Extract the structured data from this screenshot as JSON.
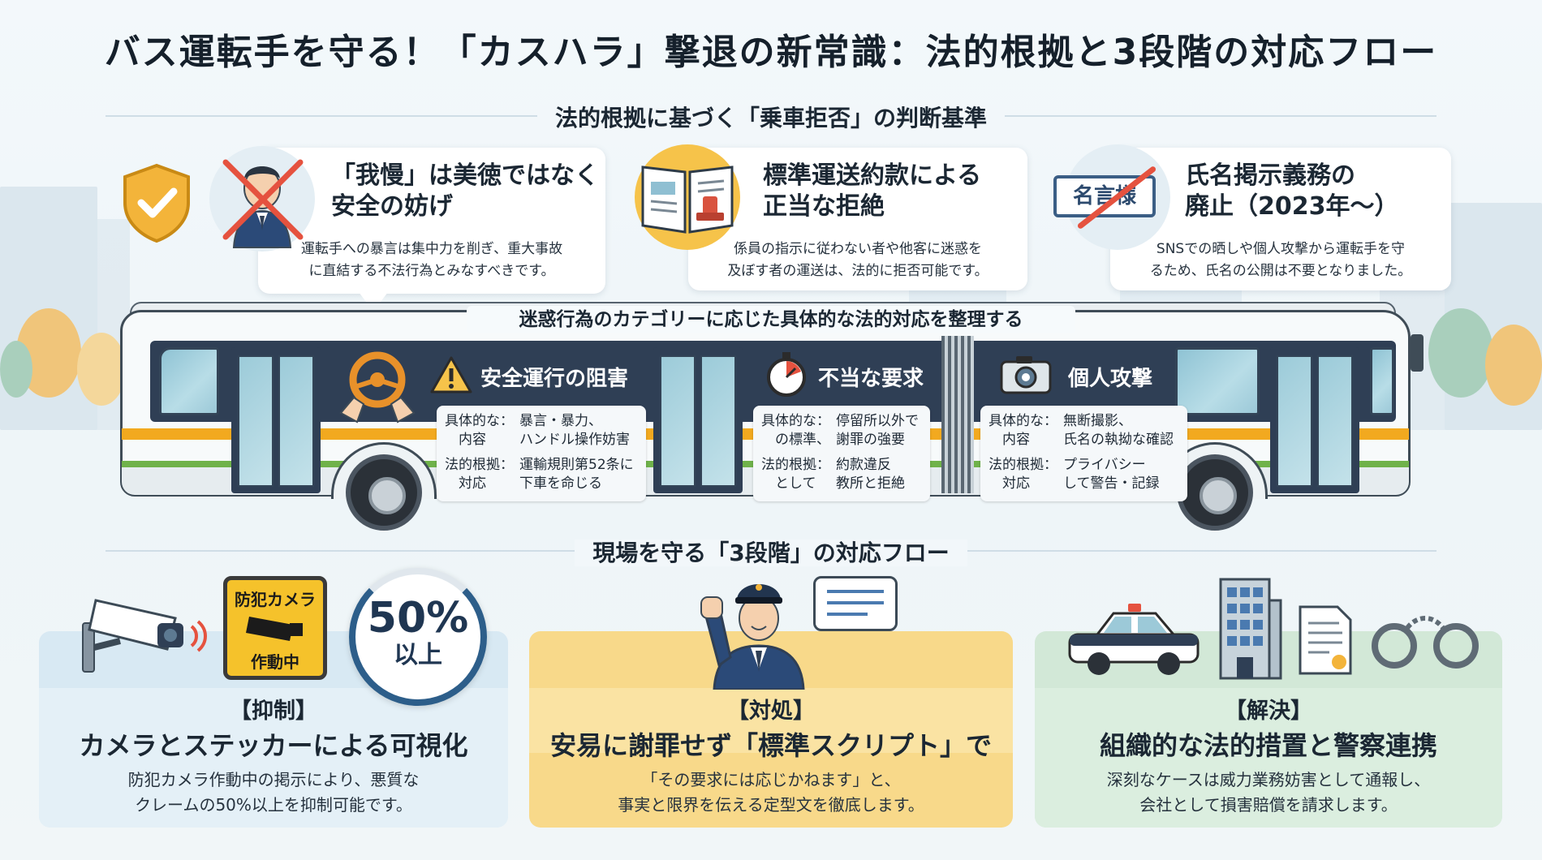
{
  "title": "バス運転手を守る！「カスハラ」撃退の新常識：法的根拠と3段階の対応フロー",
  "section1": {
    "heading": "法的根拠に基づく「乗車拒否」の判断基準",
    "cards": [
      {
        "title_line1": "「我慢」は美徳ではなく",
        "title_line2": "安全の妨げ",
        "desc_line1": "運転手への暴言は集中力を削ぎ、重大事故",
        "desc_line2": "に直結する不法行為とみなすべきです。",
        "icons": [
          "shield-check-icon",
          "crossed-out-driver-icon"
        ]
      },
      {
        "title_line1": "標準運送約款による",
        "title_line2": "正当な拒絶",
        "desc_line1": "係員の指示に従わない者や他客に迷惑を",
        "desc_line2": "及ぼす者の運送は、法的に拒否可能です。",
        "icons": [
          "open-book-stamp-icon"
        ]
      },
      {
        "title_line1": "氏名掲示義務の",
        "title_line2": "廃止（2023年〜）",
        "desc_line1": "SNSでの晒しや個人攻撃から運転手を守",
        "desc_line2": "るため、氏名の公開は不要となりました。",
        "nameplate": "名言様",
        "icons": [
          "crossed-nameplate-icon"
        ]
      }
    ]
  },
  "bus": {
    "banner": "迷惑行為のカテゴリーに応じた具体的な法的対応を整理する",
    "categories": [
      {
        "header": "安全運行の阻害",
        "icon": "warning-icon",
        "content_label": "具体的な：\n　内容",
        "content_value": "暴言・暴力、\nハンドル操作妨害",
        "legal_label": "法的根拠：\n　対応",
        "legal_value": "運輸規則第52条に\n下車を命じる"
      },
      {
        "header": "不当な要求",
        "icon": "stopwatch-icon",
        "content_label": "具体的な：\n　の標準、",
        "content_value": "停留所以外で\n謝罪の強要",
        "legal_label": "法的根拠：\n　として",
        "legal_value": "約款違反\n教所と拒絶"
      },
      {
        "header": "個人攻撃",
        "icon": "camera-icon",
        "content_label": "具体的な：\n　内容",
        "content_value": "無断撮影、\n氏名の執拗な確認",
        "legal_label": "法的根拠：\n　対応",
        "legal_value": "プライバシー\nして警告・記録"
      }
    ]
  },
  "section2": {
    "heading": "現場を守る「3段階」の対応フロー",
    "sign_line1": "防犯カメラ",
    "sign_line2": "作動中",
    "badge_big": "50%",
    "badge_small": "以上",
    "flows": [
      {
        "tag": "【抑制】",
        "title": "カメラとステッカーによる可視化",
        "desc_line1": "防犯カメラ作動中の掲示により、悪質な",
        "desc_line2": "クレームの50%以上を抑制可能です。",
        "color": "#d8e9f3"
      },
      {
        "tag": "【対処】",
        "title": "安易に謝罪せず「標準スクリプト」で",
        "desc_line1": "「その要求には応じかねます」と、",
        "desc_line2": "事実と限界を伝える定型文を徹底します。",
        "color": "#f8d98a"
      },
      {
        "tag": "【解決】",
        "title": "組織的な法的措置と警察連携",
        "desc_line1": "深刻なケースは威力業務妨害として通報し、",
        "desc_line2": "会社として損害賠償を請求します。",
        "color": "#d2e8d7"
      }
    ]
  },
  "colors": {
    "bus_panel": "#2f3f55",
    "accent_orange": "#f2a91f",
    "accent_green": "#6fb24a",
    "shield_gold": "#f3b43a",
    "cross_red": "#e5523f"
  }
}
